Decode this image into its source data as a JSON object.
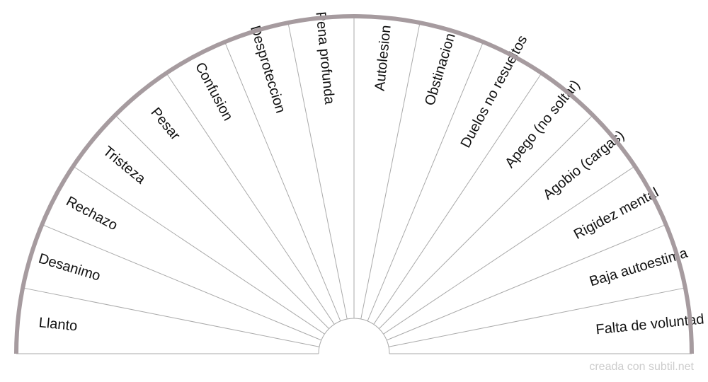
{
  "chart_data": {
    "type": "pie",
    "subtype": "semicircle-pendulum-chart",
    "labels": [
      "Llanto",
      "Desanimo",
      "Rechazo",
      "Tristeza",
      "Pesar",
      "Confusion",
      "Desproteccion",
      "Pena profunda",
      "Autolesion",
      "Obstinacion",
      "Duelos no resueltos",
      "Apego (no soltar)",
      "Agobio (cargas)",
      "Rigidez mental",
      "Baja autoestima",
      "Falta de voluntad"
    ],
    "segment_count": 16,
    "colors": {
      "rim": "#a69b9f",
      "divider": "#aaaaaa",
      "text": "#111111",
      "credit": "#cccccc"
    }
  },
  "footer": {
    "credit": "creada con subtil.net"
  }
}
